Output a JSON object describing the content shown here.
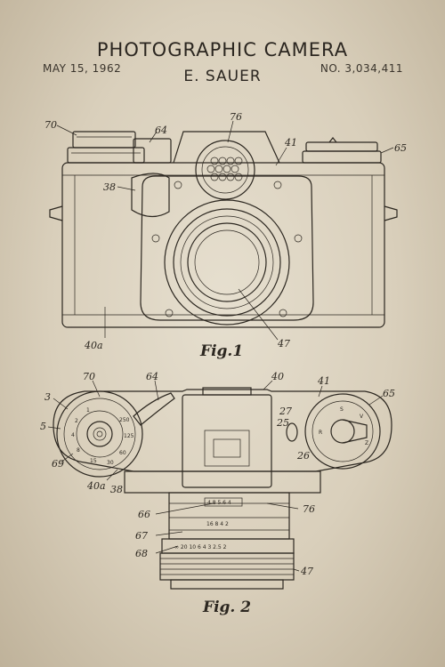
{
  "patent": {
    "title": "PHOTOGRAPHIC CAMERA",
    "date": "MAY 15, 1962",
    "inventor": "E. SAUER",
    "number": "NO. 3,034,411"
  },
  "figures": {
    "fig1_caption": "Fig.1",
    "fig2_caption": "Fig. 2"
  },
  "refs_fig1": {
    "r70": "70",
    "r64": "64",
    "r76": "76",
    "r41": "41",
    "r65": "65",
    "r38": "38",
    "r40a": "40a",
    "r47": "47"
  },
  "refs_fig2": {
    "r70": "70",
    "r64": "64",
    "r40": "40",
    "r41": "41",
    "r65": "65",
    "r3": "3",
    "r5": "5",
    "r69": "69",
    "r40a": "40a",
    "r38": "38",
    "r27": "27",
    "r25": "25",
    "r26": "26",
    "r66": "66",
    "r76": "76",
    "r67": "67",
    "r68": "68",
    "r47": "47"
  },
  "colors": {
    "paper": "#e6dfcf",
    "ink": "#2c2720"
  }
}
